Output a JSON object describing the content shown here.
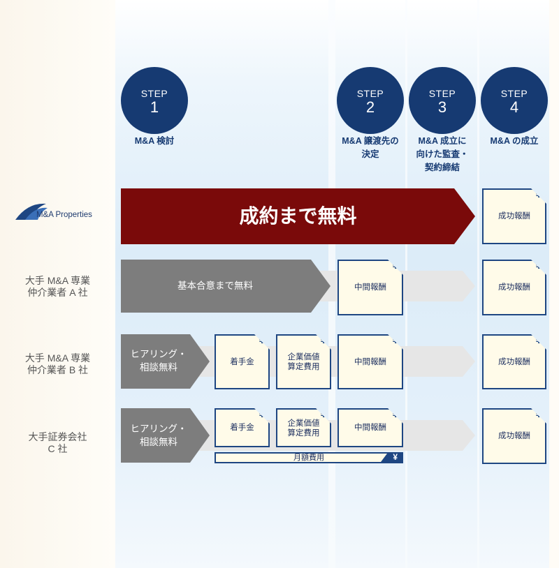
{
  "steps": [
    {
      "label": "STEP",
      "num": "1",
      "name": "M&A 検討"
    },
    {
      "label": "STEP",
      "num": "2",
      "name": "M&A 譲渡先の決定",
      "lines": [
        "M&A 譲渡先の",
        "決定"
      ]
    },
    {
      "label": "STEP",
      "num": "3",
      "name": "M&A 成立に向けた監査・契約締結",
      "lines": [
        "M&A 成立に",
        "向けた監査・",
        "契約締結"
      ]
    },
    {
      "label": "STEP",
      "num": "4",
      "name": "M&A の成立"
    }
  ],
  "rows": {
    "mna": {
      "logo_text": "M&A Properties",
      "banner": "成約まで無料",
      "card4": "成功報酬"
    },
    "a": {
      "line1": "大手 M&A 専業",
      "line2": "仲介業者 A 社",
      "arrow": "基本合意まで無料",
      "card2": "中間報酬",
      "card4": "成功報酬"
    },
    "b": {
      "line1": "大手 M&A 専業",
      "line2": "仲介業者 B 社",
      "arrow_line1": "ヒアリング・",
      "arrow_line2": "相談無料",
      "fee1": "着手金",
      "fee2_line1": "企業価値",
      "fee2_line2": "算定費用",
      "card2": "中間報酬",
      "card4": "成功報酬"
    },
    "c": {
      "line1": "大手証券会社",
      "line2": "C 社",
      "arrow_line1": "ヒアリング・",
      "arrow_line2": "相談無料",
      "fee1": "着手金",
      "fee2_line1": "企業価値",
      "fee2_line2": "算定費用",
      "card2": "中間報酬",
      "card4": "成功報酬",
      "monthly": "月額費用"
    }
  },
  "yen_symbol": "¥",
  "colors": {
    "navy": "#163a72",
    "banner_red": "#7a0a0a",
    "arrow_gray": "#7d7d7d",
    "card_bg": "#fffbe9"
  }
}
